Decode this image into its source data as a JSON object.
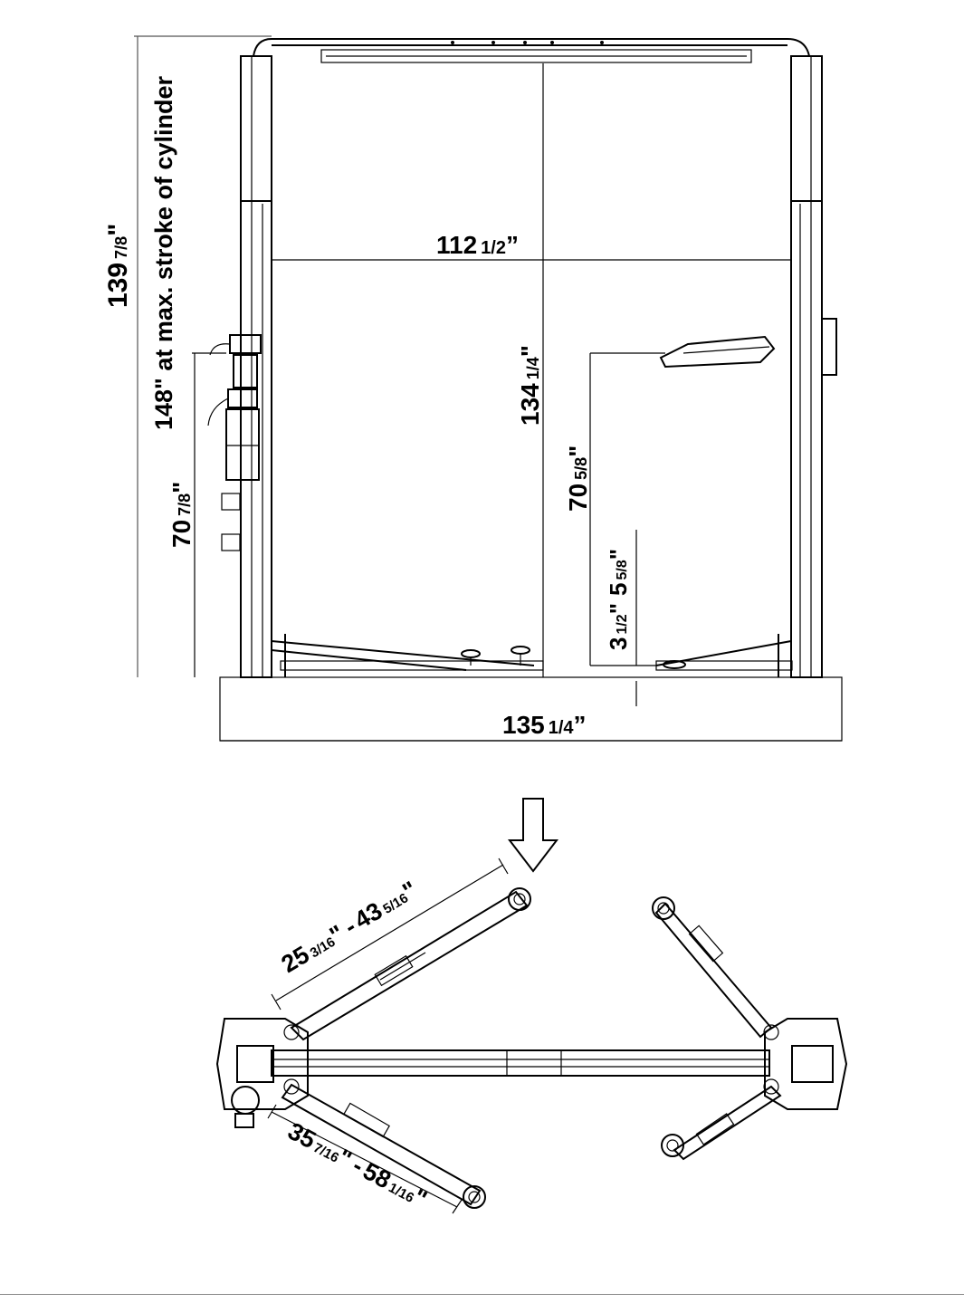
{
  "front_view": {
    "overall_height": {
      "whole": "139",
      "fraction": "7/8",
      "unit": "\""
    },
    "max_stroke_height": "148\" at max. stroke of cylinder",
    "inside_width": {
      "whole": "112",
      "fraction": "1/2",
      "unit": "”"
    },
    "vertical_clearance": {
      "whole": "134",
      "fraction": "1/4",
      "unit": "\""
    },
    "power_unit_height": {
      "whole": "70",
      "fraction": "7/8",
      "unit": "\""
    },
    "max_lift_height": {
      "whole": "70",
      "fraction": "5/8",
      "unit": "\""
    },
    "min_pad_height_1": {
      "whole": "3",
      "fraction": "1/2",
      "unit": "\""
    },
    "min_pad_height_2": {
      "whole": "5",
      "fraction": "5/8",
      "unit": "\""
    },
    "overall_width": {
      "whole": "135",
      "fraction": "1/4",
      "unit": "”"
    }
  },
  "top_view": {
    "front_arm_reach_min": {
      "whole": "25",
      "fraction": "3/16",
      "unit": "\""
    },
    "front_arm_reach_max": {
      "whole": "43",
      "fraction": "5/16",
      "unit": "\""
    },
    "rear_arm_reach_min": {
      "whole": "35",
      "fraction": "7/16",
      "unit": "\""
    },
    "rear_arm_reach_max": {
      "whole": "58",
      "fraction": "1/16",
      "unit": "\""
    },
    "separator": "-"
  }
}
